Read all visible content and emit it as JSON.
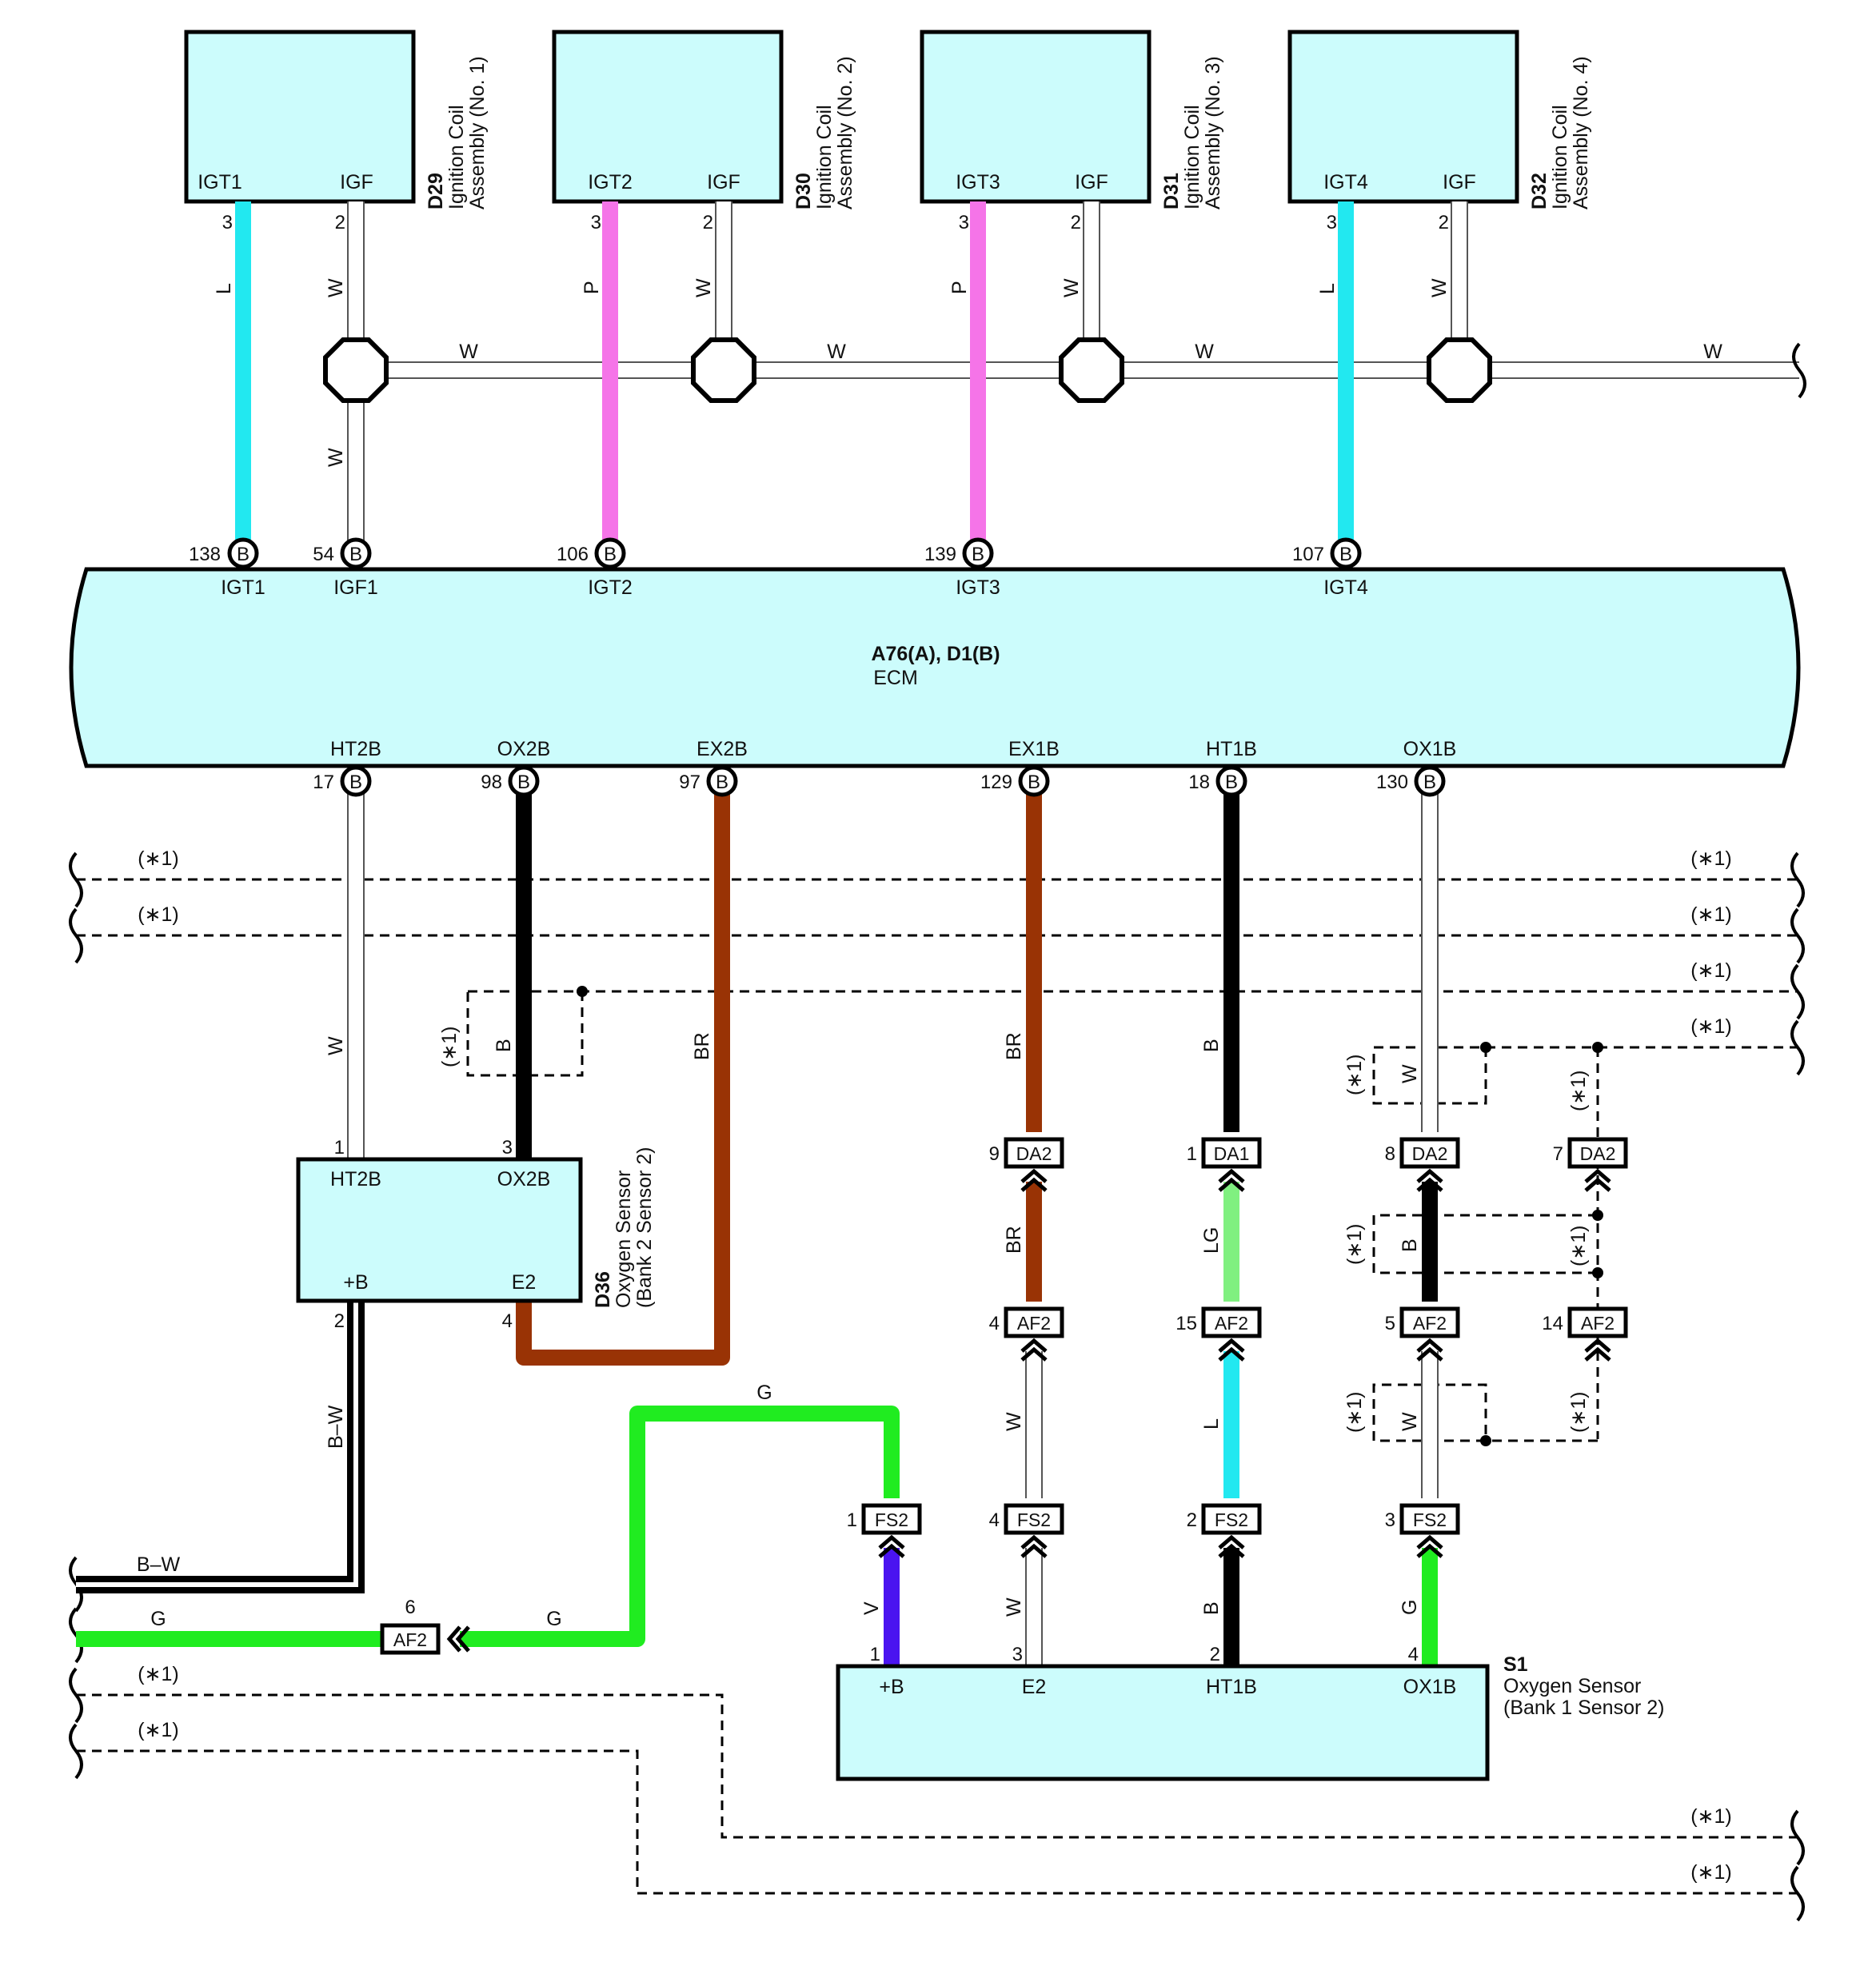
{
  "colors": {
    "module_fill": "#ccfcfc",
    "L": "#22e8f0",
    "P": "#f574e8",
    "BR": "#993305",
    "B": "#000000",
    "G": "#20ec20",
    "LG": "#80f080",
    "V": "#4a14f0",
    "W": "#ffffff"
  },
  "coils": [
    {
      "code": "D29",
      "name1": "Ignition Coil",
      "name2": "Assembly (No.  1)",
      "igt": "IGT1",
      "igf": "IGF",
      "igt_pin": "3",
      "igf_pin": "2",
      "igt_color": "L"
    },
    {
      "code": "D30",
      "name1": "Ignition Coil",
      "name2": "Assembly (No.  2)",
      "igt": "IGT2",
      "igf": "IGF",
      "igt_pin": "3",
      "igf_pin": "2",
      "igt_color": "P"
    },
    {
      "code": "D31",
      "name1": "Ignition Coil",
      "name2": "Assembly (No.  3)",
      "igt": "IGT3",
      "igf": "IGF",
      "igt_pin": "3",
      "igf_pin": "2",
      "igt_color": "P"
    },
    {
      "code": "D32",
      "name1": "Ignition Coil",
      "name2": "Assembly (No.  4)",
      "igt": "IGT4",
      "igf": "IGF",
      "igt_pin": "3",
      "igf_pin": "2",
      "igt_color": "L"
    }
  ],
  "wire_labels": {
    "W": "W",
    "L": "L",
    "P": "P",
    "B": "B",
    "BR": "BR",
    "G": "G",
    "LG": "LG",
    "V": "V",
    "BW": "B–W",
    "note": "(∗1)"
  },
  "ecm": {
    "title": "A76(A), D1(B)",
    "name": "ECM",
    "conn_letter": "B",
    "top_pins": [
      {
        "num": "138",
        "name": "IGT1"
      },
      {
        "num": "54",
        "name": "IGF1"
      },
      {
        "num": "106",
        "name": "IGT2"
      },
      {
        "num": "139",
        "name": "IGT3"
      },
      {
        "num": "107",
        "name": "IGT4"
      }
    ],
    "bottom_pins": [
      {
        "num": "17",
        "name": "HT2B"
      },
      {
        "num": "98",
        "name": "OX2B"
      },
      {
        "num": "97",
        "name": "EX2B"
      },
      {
        "num": "129",
        "name": "EX1B"
      },
      {
        "num": "18",
        "name": "HT1B"
      },
      {
        "num": "130",
        "name": "OX1B"
      }
    ]
  },
  "d36": {
    "code": "D36",
    "name1": "Oxygen Sensor",
    "name2": "(Bank 2 Sensor 2)",
    "t1": "HT2B",
    "t2": "OX2B",
    "t3": "+B",
    "t4": "E2",
    "p1": "1",
    "p2": "3",
    "p3": "2",
    "p4": "4"
  },
  "s1": {
    "code": "S1",
    "name1": "Oxygen Sensor",
    "name2": "(Bank 1 Sensor 2)",
    "t1": "+B",
    "t2": "E2",
    "t3": "HT1B",
    "t4": "OX1B",
    "p1": "1",
    "p2": "3",
    "p3": "2",
    "p4": "4"
  },
  "connectors": {
    "da2_9": {
      "pin": "9",
      "label": "DA2"
    },
    "da1_1": {
      "pin": "1",
      "label": "DA1"
    },
    "da2_8": {
      "pin": "8",
      "label": "DA2"
    },
    "da2_7": {
      "pin": "7",
      "label": "DA2"
    },
    "af2_4": {
      "pin": "4",
      "label": "AF2"
    },
    "af2_15": {
      "pin": "15",
      "label": "AF2"
    },
    "af2_5": {
      "pin": "5",
      "label": "AF2"
    },
    "af2_14": {
      "pin": "14",
      "label": "AF2"
    },
    "fs2_1": {
      "pin": "1",
      "label": "FS2"
    },
    "fs2_4": {
      "pin": "4",
      "label": "FS2"
    },
    "fs2_2": {
      "pin": "2",
      "label": "FS2"
    },
    "fs2_3": {
      "pin": "3",
      "label": "FS2"
    },
    "af2_6": {
      "pin": "6",
      "label": "AF2"
    }
  }
}
